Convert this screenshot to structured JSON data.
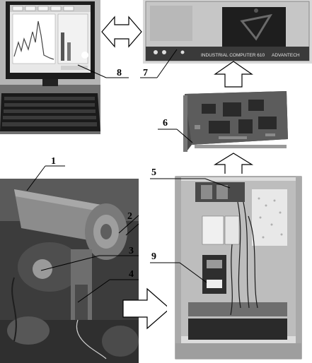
{
  "figure": {
    "computer_case_label": "INDUSTRIAL COMPUTER 610",
    "computer_brand": "ADVANTECH",
    "callouts": [
      {
        "id": "1",
        "text": "1"
      },
      {
        "id": "2",
        "text": "2"
      },
      {
        "id": "3",
        "text": "3"
      },
      {
        "id": "4",
        "text": "4"
      },
      {
        "id": "5",
        "text": "5"
      },
      {
        "id": "6",
        "text": "6"
      },
      {
        "id": "7",
        "text": "7"
      },
      {
        "id": "8",
        "text": "8"
      },
      {
        "id": "9",
        "text": "9"
      }
    ]
  }
}
